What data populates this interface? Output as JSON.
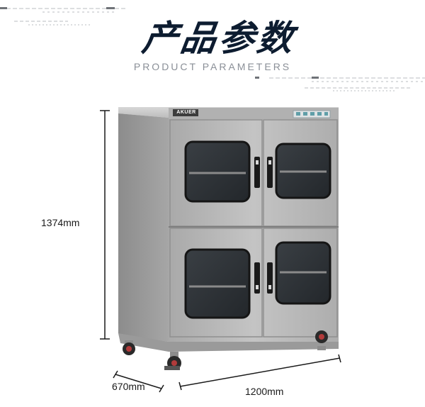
{
  "header": {
    "title_cn": "产品参数",
    "title_en": "PRODUCT PARAMETERS"
  },
  "product": {
    "brand": "AKUER",
    "icon": "dry-cabinet-illustration"
  },
  "dimensions": {
    "height": "1374mm",
    "depth": "670mm",
    "width": "1200mm"
  },
  "colors": {
    "title": "#0d1c30",
    "subtitle": "#8a8f97",
    "cabinet_body": "#b5b5b5",
    "glass": "#2b2f33",
    "accent_display": "#5f9ea8"
  }
}
